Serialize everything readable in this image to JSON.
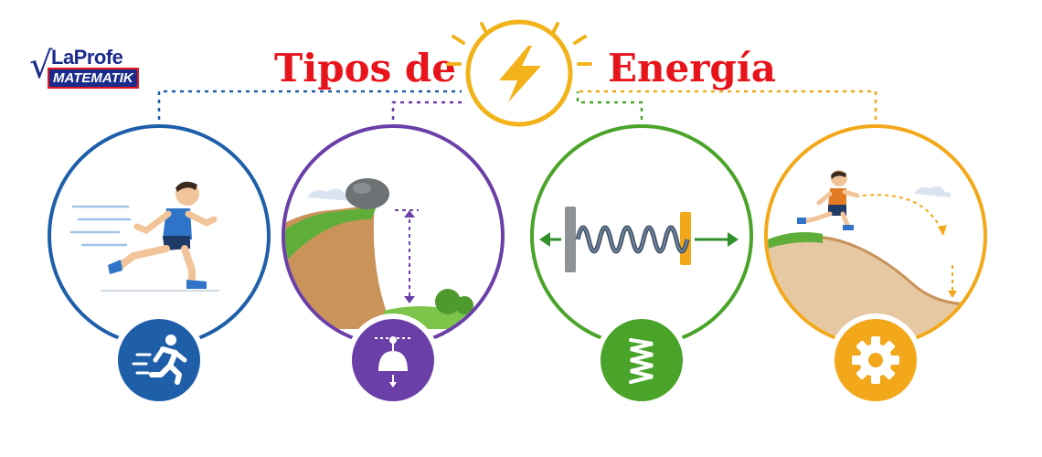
{
  "title": {
    "left": "Tipos de",
    "right": "Energía"
  },
  "logo": {
    "line1": "LaProfe",
    "line2": "MATEMATIK"
  },
  "colors": {
    "title": "#e8141b",
    "kinetic": "#1f5faa",
    "potential": "#6b3fa8",
    "elastic": "#4aa42a",
    "mechanical": "#f2a81a",
    "bolt": "#f2b21a"
  },
  "panels": [
    {
      "id": "kinetic",
      "scene": "running-boy",
      "badge_icon": "running-person-icon"
    },
    {
      "id": "potential",
      "scene": "rock-on-cliff",
      "badge_icon": "hanging-weight-icon"
    },
    {
      "id": "elastic",
      "scene": "stretched-spring",
      "badge_icon": "spring-icon"
    },
    {
      "id": "mechanical",
      "scene": "boy-jumping-hill",
      "badge_icon": "gear-icon"
    }
  ]
}
